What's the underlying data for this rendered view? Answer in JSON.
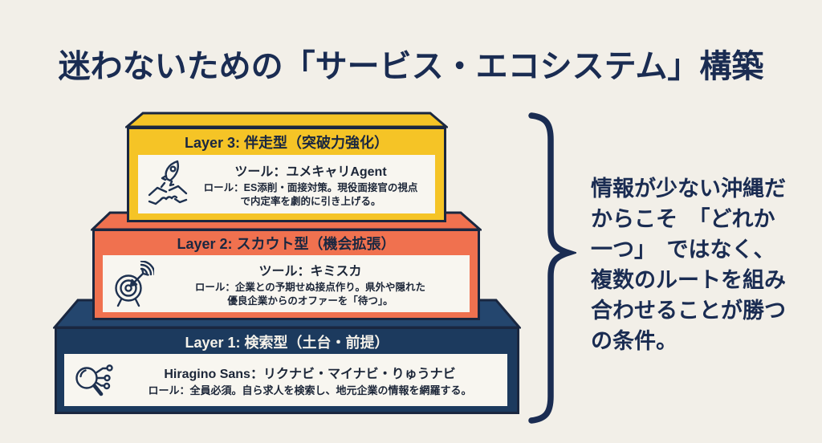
{
  "title": "迷わないための「サービス・エコシステム」構築",
  "layers": [
    {
      "heading": "Layer 3: 伴走型（突破力強化）",
      "tool": "ツール：ユメキャリAgent",
      "role": "ロール：ES添削・面接対策。現役面接官の視点\nで内定率を劇的に引き上げる。",
      "icon": "rocket-handshake-icon",
      "color": "#F5C426"
    },
    {
      "heading": "Layer 2: スカウト型（機会拡張）",
      "tool": "ツール：キミスカ",
      "role": "ロール：企業との予期せぬ接点作り。県外や隠れた\n優良企業からのオファーを「待つ」。",
      "icon": "target-signal-icon",
      "color": "#F0714F"
    },
    {
      "heading": "Layer 1: 検索型（土台・前提）",
      "tool": "Hiragino Sans：リクナビ・マイナビ・りゅうナビ",
      "role": "ロール：全員必須。自ら求人を検索し、地元企業の情報を網羅する。",
      "icon": "search-network-icon",
      "color": "#1C3A5E"
    }
  ],
  "aside": {
    "text": "情報が少ない沖縄だ\nからこそ　「どれか\n一つ」　ではなく、\n複数のルートを組み\n合わせることが勝つ\nの条件。"
  },
  "colors": {
    "background": "#F2EFE8",
    "ink": "#1A2740",
    "title_navy": "#1A2C52",
    "yellow": "#F5C426",
    "coral": "#F0714F",
    "navy": "#1C3A5E",
    "panel": "#F8F6F0"
  }
}
